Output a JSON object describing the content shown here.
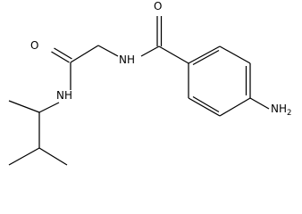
{
  "structure": {
    "atoms": [
      {
        "id": "o_carbonyl_benzamide",
        "label": "O"
      },
      {
        "id": "o_carbonyl_amide",
        "label": "O"
      },
      {
        "id": "nh_benzamide",
        "label": "NH"
      },
      {
        "id": "nh_alkyl",
        "label": "NH"
      },
      {
        "id": "nh2_aryl",
        "label": "NH",
        "subscript": "2"
      }
    ]
  }
}
